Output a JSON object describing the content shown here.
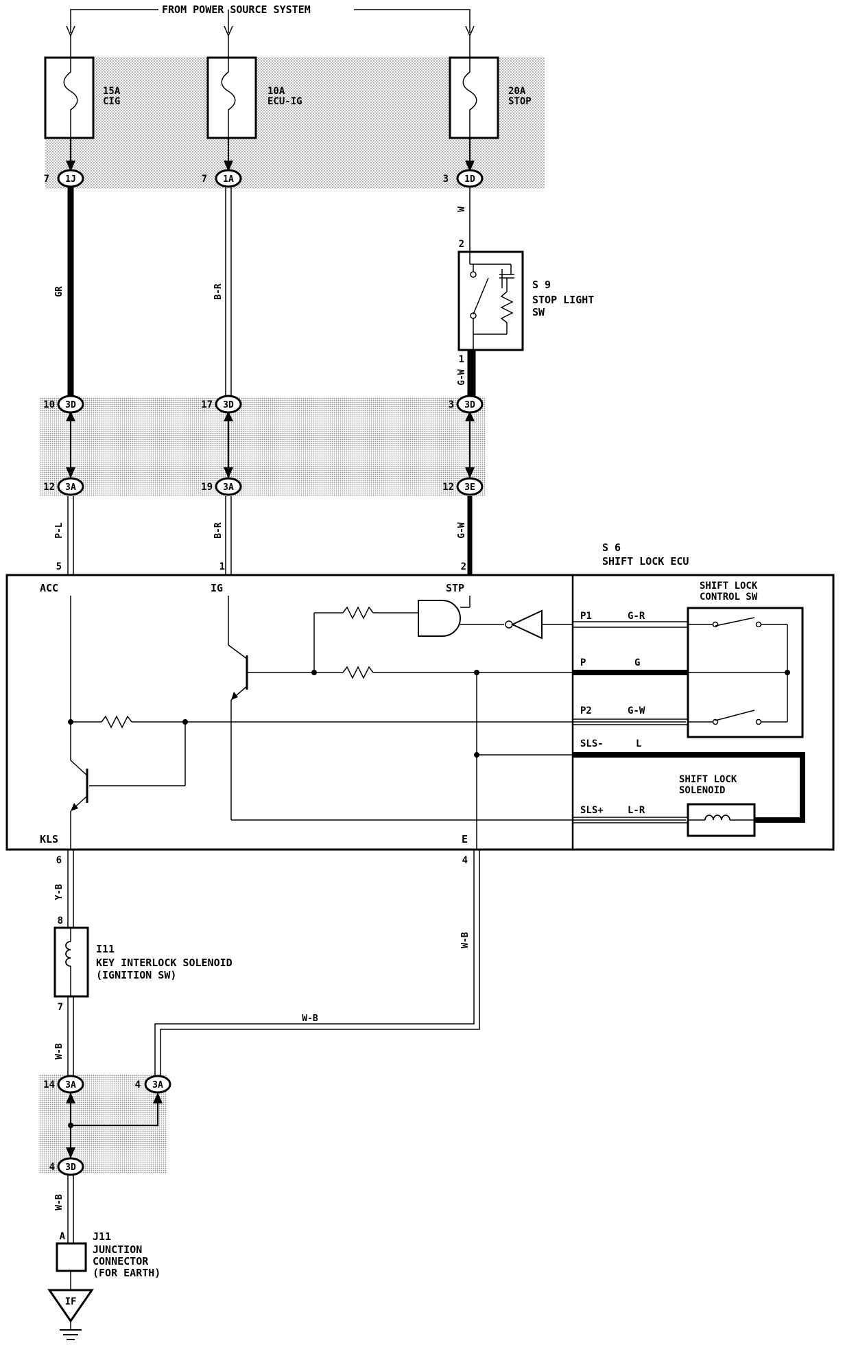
{
  "power_source": {
    "label": "FROM POWER SOURCE SYSTEM"
  },
  "fuses": [
    {
      "id": "fuse-cig",
      "rating": "15A",
      "name": "CIG"
    },
    {
      "id": "fuse-ecu-ig",
      "rating": "10A",
      "name": "ECU-IG"
    },
    {
      "id": "fuse-stop",
      "rating": "20A",
      "name": "STOP"
    }
  ],
  "connectors": {
    "c1": {
      "pin": "7",
      "code": "1J"
    },
    "c2": {
      "pin": "7",
      "code": "1A"
    },
    "c3": {
      "pin": "3",
      "code": "1D"
    },
    "c4": {
      "pin": "10",
      "code": "3D"
    },
    "c5": {
      "pin": "17",
      "code": "3D"
    },
    "c6": {
      "pin": "3",
      "code": "3D"
    },
    "c7": {
      "pin": "12",
      "code": "3A"
    },
    "c8": {
      "pin": "19",
      "code": "3A"
    },
    "c9": {
      "pin": "12",
      "code": "3E"
    },
    "c10": {
      "pin": "14",
      "code": "3A"
    },
    "c11": {
      "pin": "4",
      "code": "3A"
    },
    "c12": {
      "pin": "4",
      "code": "3D"
    }
  },
  "wire_colors": {
    "gr": "GR",
    "b_r_upper": "B-R",
    "w_stop": "W",
    "g_w_upper": "G-W",
    "p_l": "P-L",
    "b_r_lower": "B-R",
    "g_w_lower": "G-W",
    "y_b": "Y-B",
    "w_b_e": "W-B",
    "w_b_horizontal": "W-B",
    "w_b_i11": "W-B",
    "w_b_bottom": "W-B"
  },
  "stop_light_sw": {
    "code": "S 9",
    "name_line1": "STOP LIGHT",
    "name_line2": "SW",
    "pin_top": "2",
    "pin_bottom": "1"
  },
  "shift_lock_ecu": {
    "code": "S 6",
    "name": "SHIFT LOCK ECU",
    "pins": {
      "acc": "5",
      "ig": "1",
      "stp": "2",
      "kls": "6",
      "e": "4"
    },
    "terminals": {
      "acc": "ACC",
      "ig": "IG",
      "stp": "STP",
      "kls": "KLS",
      "e": "E"
    },
    "right_terminals": [
      {
        "name": "P1",
        "color": "G-R"
      },
      {
        "name": "P",
        "color": "G"
      },
      {
        "name": "P2",
        "color": "G-W"
      },
      {
        "name": "SLS-",
        "color": "L"
      },
      {
        "name": "SLS+",
        "color": "L-R"
      }
    ],
    "control_sw": {
      "line1": "SHIFT LOCK",
      "line2": "CONTROL SW"
    },
    "solenoid": {
      "line1": "SHIFT LOCK",
      "line2": "SOLENOID"
    }
  },
  "key_interlock": {
    "code": "I11",
    "name_line1": "KEY INTERLOCK SOLENOID",
    "name_line2": "(IGNITION SW)",
    "pin_top": "8",
    "pin_bottom": "7"
  },
  "junction_connector": {
    "code": "J11",
    "name_line1": "JUNCTION",
    "name_line2": "CONNECTOR",
    "name_line3": "(FOR EARTH)",
    "pin": "A"
  },
  "earth": {
    "code": "IF"
  }
}
